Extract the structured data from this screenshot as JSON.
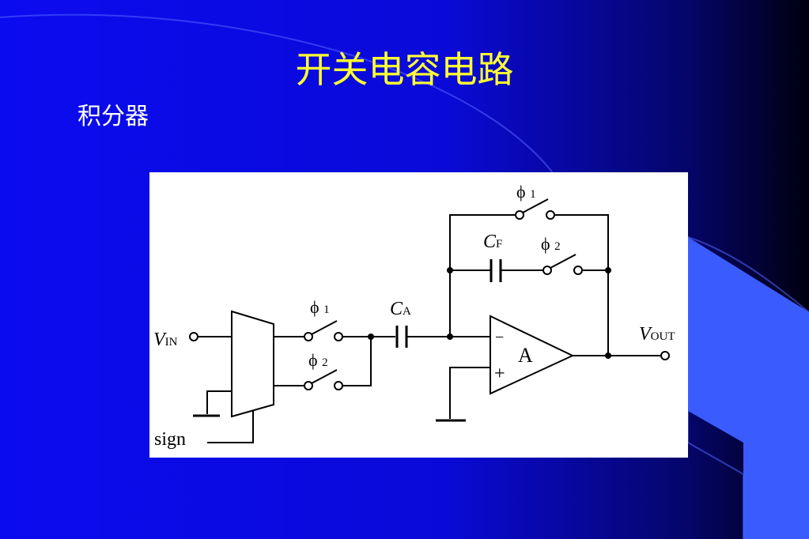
{
  "slide": {
    "title": "开关电容电路",
    "subtitle": "积分器"
  },
  "colors": {
    "background_start": "#0a0ae0",
    "background_end": "#000000",
    "title": "#ffff33",
    "panel": "#ffffff"
  },
  "circuit": {
    "vin_label": "V",
    "vin_sub": "IN",
    "vout_label": "V",
    "vout_sub": "OUT",
    "sign_label": "sign",
    "phi": "ϕ",
    "phi1_sub": "1",
    "phi2_sub": "2",
    "ca_label": "C",
    "ca_sub": "A",
    "cf_label": "C",
    "cf_sub": "F",
    "opamp_label": "A",
    "minus": "−",
    "plus": "+"
  }
}
